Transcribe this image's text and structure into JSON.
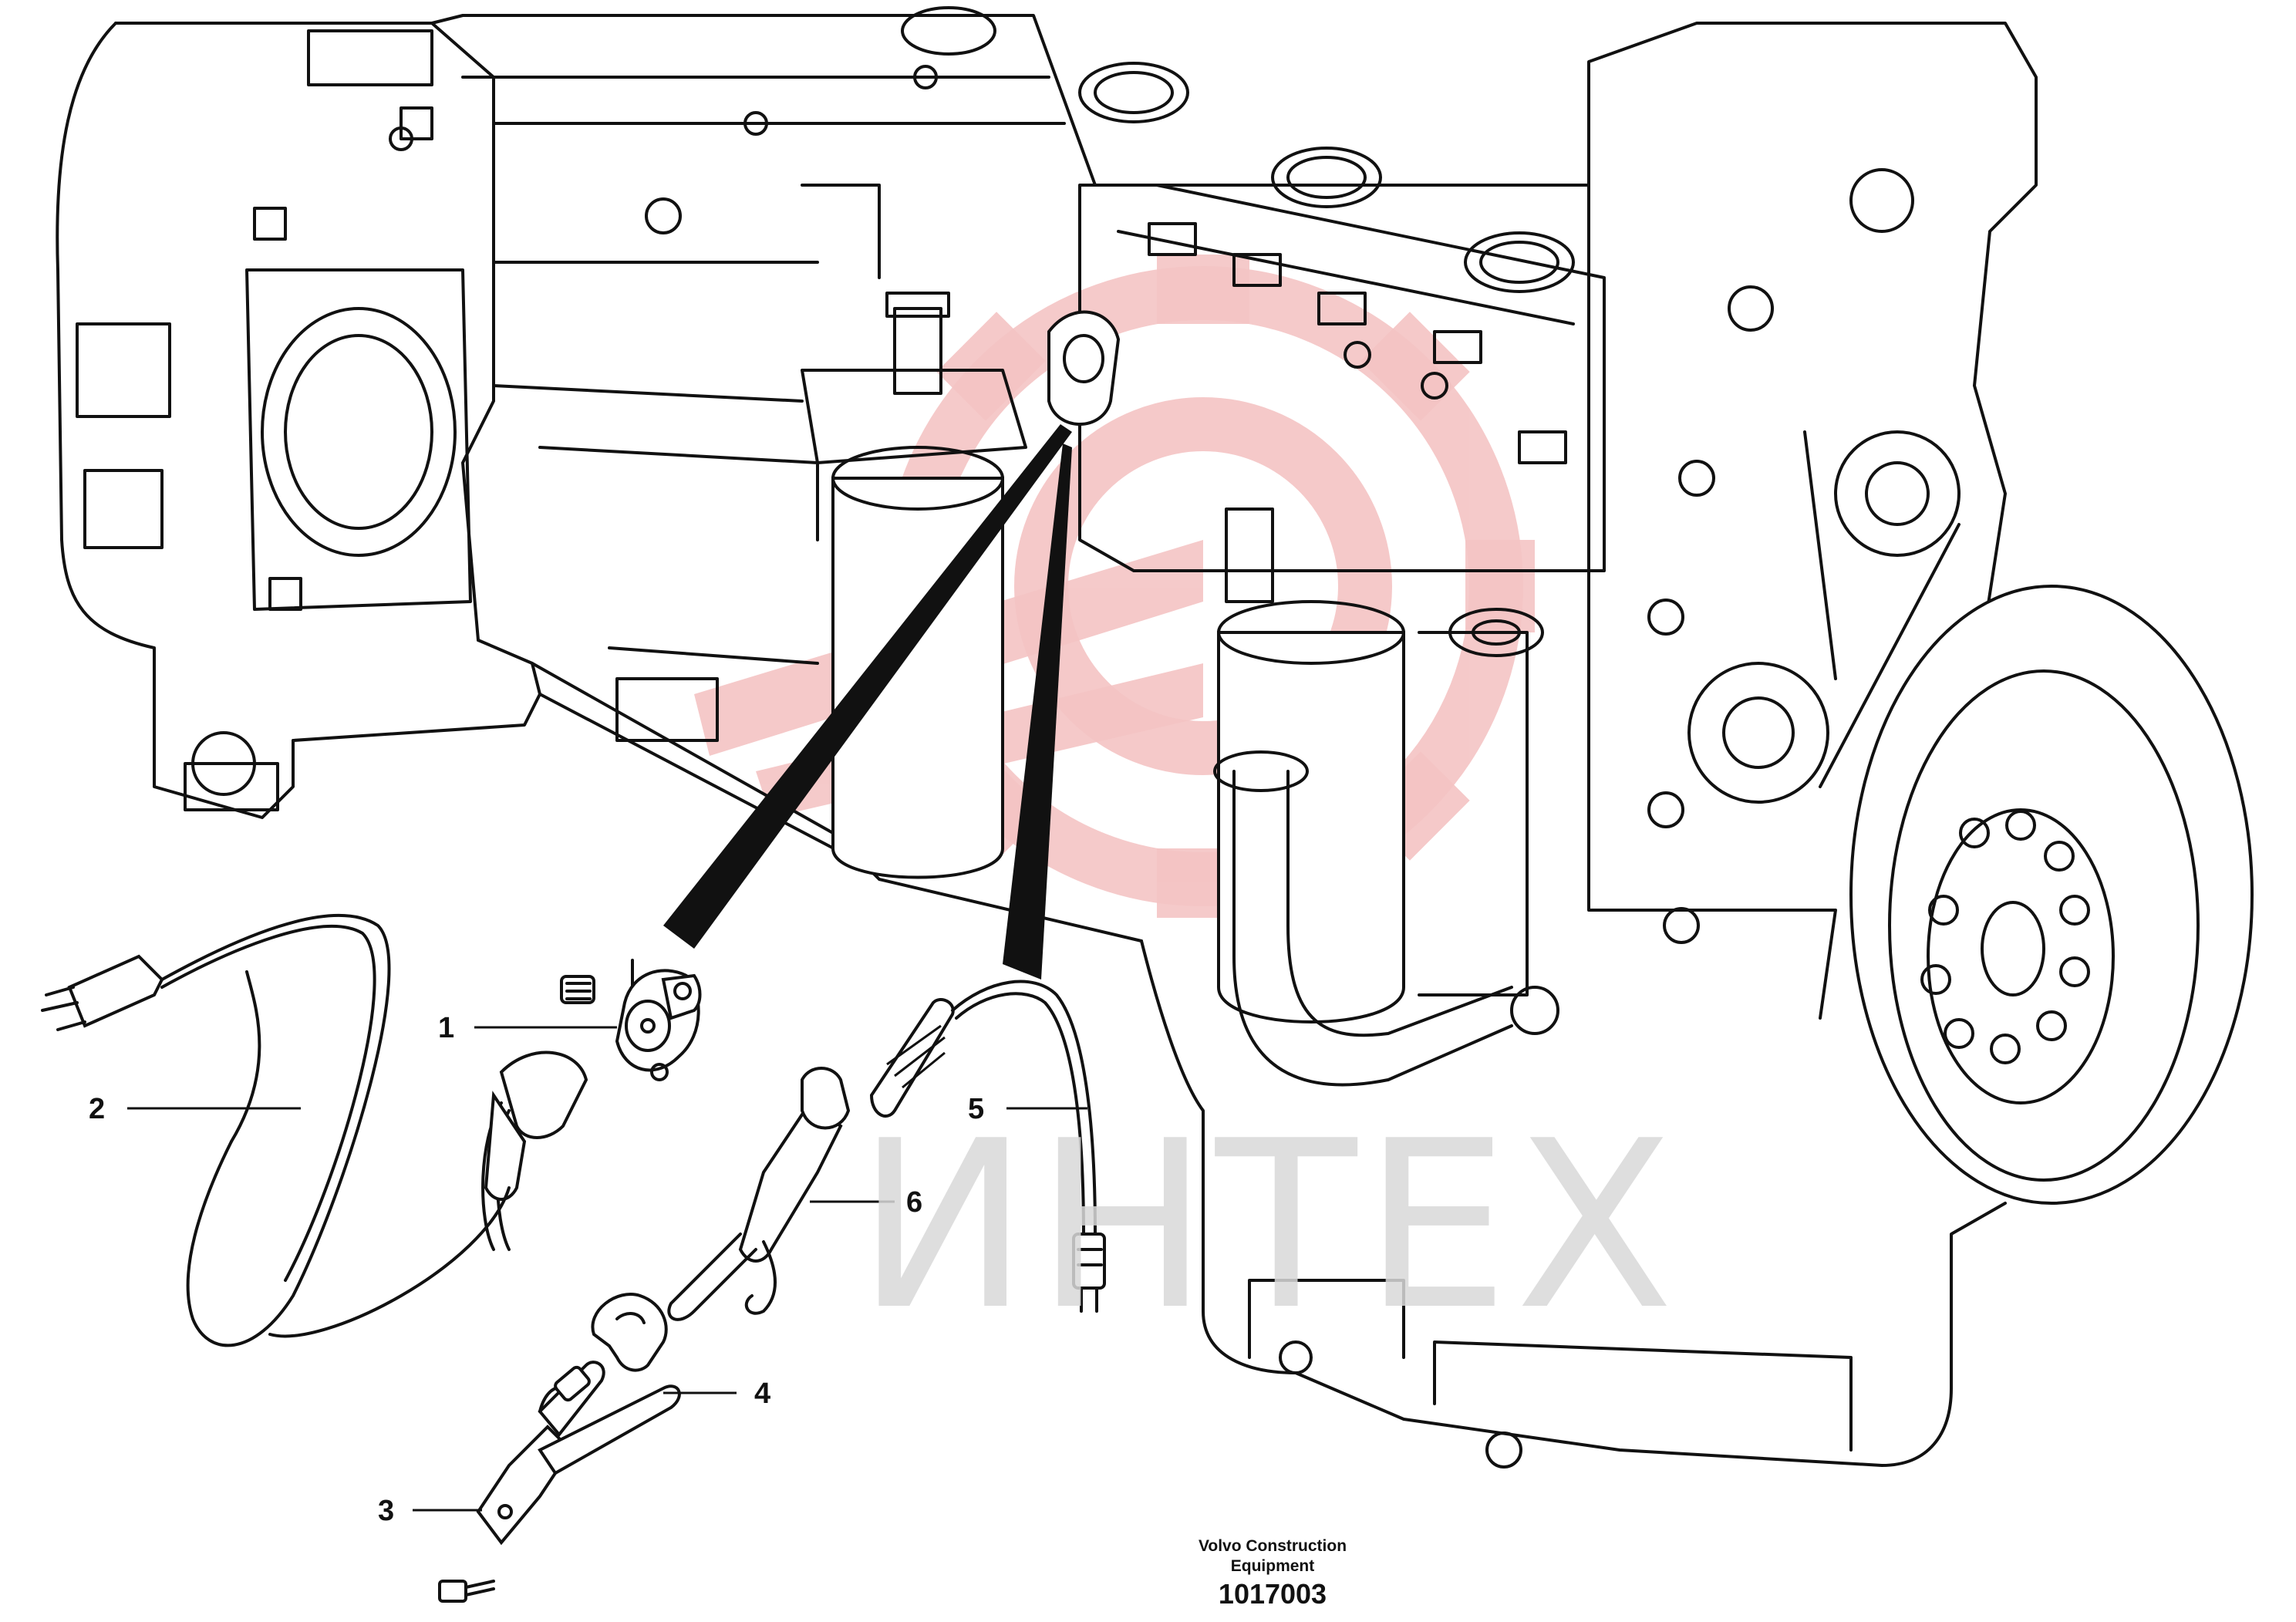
{
  "diagram": {
    "caption": {
      "company_line1": "Volvo Construction",
      "company_line2": "Equipment",
      "drawing_number": "1017003"
    },
    "watermark": {
      "text": "ИНТЕХ",
      "logo_icon": "gear-logo-icon",
      "logo_color": "#f4c4c4",
      "text_color": "#d9d9d9"
    },
    "callouts": [
      {
        "label": "1",
        "part": "heater-element"
      },
      {
        "label": "2",
        "part": "power-cable"
      },
      {
        "label": "3",
        "part": "bracket"
      },
      {
        "label": "4",
        "part": "clip"
      },
      {
        "label": "5",
        "part": "temperature-cable"
      },
      {
        "label": "6",
        "part": "cable-harness"
      }
    ]
  }
}
